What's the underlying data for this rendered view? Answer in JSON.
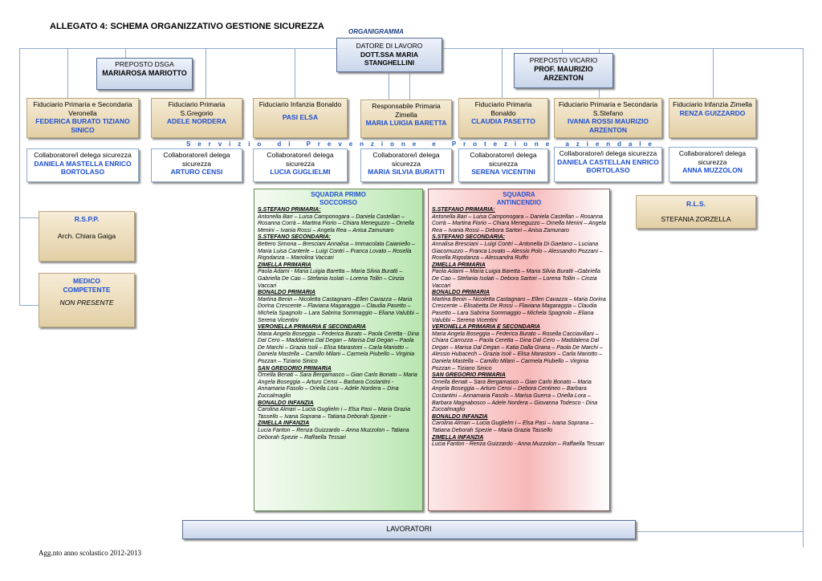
{
  "title": "ALLEGATO 4: SCHEMA ORGANIZZATIVO GESTIONE SICUREZZA",
  "organigramma": "ORGANIGRAMMA",
  "datore": {
    "role": "DATORE DI LAVORO",
    "name": "DOTT.SSA MARIA STANGHELLINI"
  },
  "preposto_dsga": {
    "role": "PREPOSTO DSGA",
    "name": "MARIAROSA MARIOTTO"
  },
  "preposto_vicario": {
    "role": "PREPOSTO VICARIO",
    "name": "PROF. MAURIZIO ARZENTON"
  },
  "fiduciari": [
    {
      "role": "Fiduciario Primaria e Secondaria Veronella",
      "names": "FEDERICA BURATO TIZIANO SINICO"
    },
    {
      "role": "Fiduciario Primaria S.Gregorio",
      "names": "ADELE NORDERA"
    },
    {
      "role": "Fiduciario Infanzia Bonaldo",
      "names": "PASI ELSA"
    },
    {
      "role": "Responsabile Primaria Zimella",
      "names": "MARIA LUIGIA BARETTA"
    },
    {
      "role": "Fiduciario Primaria Bonaldo",
      "names": "CLAUDIA PASETTO"
    },
    {
      "role": "Fiduciario Primaria e Secondaria S.Stefano",
      "names": "IVANIA ROSSI MAURIZIO ARZENTON"
    },
    {
      "role": "Fiduciario Infanzia Zimella",
      "names": "RENZA GUIZZARDO"
    }
  ],
  "servizio": {
    "w1": [
      "S",
      "e",
      "r",
      "v",
      "i",
      "z",
      "i",
      "o"
    ],
    "w2": [
      "d",
      "i"
    ],
    "w3": [
      "P",
      "r",
      "e",
      "v",
      "e",
      "n",
      "z",
      "i",
      "o",
      "n",
      "e"
    ],
    "w4": [
      "e"
    ],
    "w5": [
      "P",
      "r",
      "o",
      "t",
      "e",
      "z",
      "i",
      "o",
      "n",
      "e"
    ],
    "w6": [
      "a",
      "z",
      "i",
      "e",
      "n",
      "d",
      "a",
      "l",
      "e"
    ]
  },
  "collaboratori": [
    {
      "role": "Collaboratore/i delega sicurezza",
      "names": "DANIELA MASTELLA ENRICO BORTOLASO"
    },
    {
      "role": "Collaboratore/i delega sicurezza",
      "names": "ARTURO CENSI"
    },
    {
      "role": "Collaboratore/i delega sicurezza",
      "names": "LUCIA GUGLIELMI"
    },
    {
      "role": "Collaboratore/i delega sicurezza",
      "names": "MARIA SILVIA BURATTI"
    },
    {
      "role": "Collaboratore/i delega sicurezza",
      "names": "SERENA VICENTINI"
    },
    {
      "role": "Collaboratore/i delega sicurezza",
      "names": "DANIELA CASTELLAN ENRICO BORTOLASO"
    },
    {
      "role": "Collaboratore/i delega sicurezza",
      "names": "ANNA MUZZOLON"
    }
  ],
  "rspp": {
    "role": "R.S.P.P.",
    "name": "Arch. Chiara Gaiga"
  },
  "medico": {
    "role": "MEDICO COMPETENTE",
    "name": "NON PRESENTE"
  },
  "rls": {
    "role": "R.L.S.",
    "name": "STEFANIA ZORZELLA"
  },
  "primo_soccorso": {
    "title": "SQUADRA PRIMO SOCCORSO",
    "sections": [
      {
        "name": "S.STEFANO PRIMARIA:",
        "text": "Antonella Bari – Luisa Camponogara – Daniela Castellan – Rosanna Corrà – Martina Fiorio – Chiara Meneguzzo – Ornella Menini – Ivania Rossi – Angela Rea – Anisa Zamunaro"
      },
      {
        "name": "S.STEFANO SECONDARIA:",
        "text": "Bettero Simona – Bresciani Annalisa – Immacolata Caianiello – Maria Luisa Canterle – Luigi Contri – Franca Lovato – Rosella Rigodanza – Mariolina Vaccari"
      },
      {
        "name": "ZIMELLA PRIMARIA",
        "text": "Paola Adami - Maria Luigia Baretta – Maria Silvia Buratti – Gabriella De Cao – Stefania Isolati – Lorena Tollin – Cinzia Vaccari"
      },
      {
        "name": "BONALDO PRIMARIA",
        "text": "Martina Benin – Nicoletta Castagnaro –Ellen Cavazza – Maria Dorina Crescente – Flaviana Magaraggia – Claudia Pasetto – Michela Spagnolo – Lara Sabrina Sommaggio – Eliana Valubbi – Serena Vicentini"
      },
      {
        "name": "VERONELLA PRIMARIA E SECONDARIA",
        "text": "Maria Angela Boseggia – Federica Burato – Paola Ceretta - Dina Dal Cero – Maddalena Dal Degan – Marisa Dal Degan – Paola De Marchi – Grazia Isoli – Elisa Marastoni – Carla Mariotto – Daniela Mastella – Camillo Milani – Carmela Piubello – Virginia Pozzan – Tiziano Sinico"
      },
      {
        "name": "SAN GREGORIO PRIMARIA",
        "text": "Ornella Benati – Sara Bergamasco – Gian Carlo Bonato – Maria Angela Boseggia – Arturo Censi – Barbara Costantini - Annamaria Fasolo – Oriella Lora – Adele Nordera – Dina Zuccalmaglio"
      },
      {
        "name": "BONALDO INFANZIA",
        "text": "Carolina Almari – Lucia Guglielm i – Elsa Pasi – Maria Grazia Tassello – Ivana Soprana – Tatiana Deborah Spezie -"
      },
      {
        "name": "ZIMELLA INFANZIA",
        "text": "Lucia Fanton – Renza Guizzardo – Anna Muzzolon – Tatiana Deborah Spezie – Raffaella Tessari"
      }
    ]
  },
  "antincendio": {
    "title": "SQUADRA ANTINCENDIO",
    "sections": [
      {
        "name": "S.STEFANO PRIMARIA:",
        "text": "Antonella Bari – Luisa Camponogara – Daniela Castellan – Rosanna Corrà – Martina Fiorio – Chiara Meneguzzo – Ornella Menini – Angela Rea – Ivania Rossi – Debora Sartori – Anisa Zamunaro"
      },
      {
        "name": "S.STEFANO SECONDARIA:",
        "text": "Annalisa Bresciani – Luigi Contri – Antonella Di Gaetano – Luciana Giacomuzzo – Franca Lovato – Alessio Polo – Alessandro Pozzani – Rosella Rigodanza – Alessandra Ruffo"
      },
      {
        "name": "ZIMELLA PRIMARIA",
        "text": "Paola Adami – Maria Luigia Baretta – Maria Silvia Buratti –Gabriella De Cao – Stefania Isolati – Debora Sartori – Lorena Tollin – Cinzia Vaccari"
      },
      {
        "name": "BONALDO PRIMARIA",
        "text": "Martina Benin – Nicoletta Castagnaro – Ellen Cavazza – Maria Dorina Crescente – Elisabetta De Rossi – Flaviana Magaraggia – Claudia Pasetto – Lara Sabrina Sommaggio – Michela Spagnolo – Eliana Valubbi – Serena Vicentini"
      },
      {
        "name": "VERONELLA PRIMARIA E SECONDARIA",
        "text": "Maria Angela Boseggia – Federica Burato – Rosella Cacciavillani – Chiara Carrozza – Paola Ceretta – Dina Dal Cero – Maddalena Dal Degan – Marisa Dal Degan – Katia Dalla Grana – Paola De Marchi – Alessio Hubacech – Grazia Isoli – Elisa Marastoni – Carla Mariotto – Daniela Mastella – Camillo Milani – Carmela Piubello – Virginia Pozzan – Tiziano Sinico"
      },
      {
        "name": "SAN GREGORIO PRIMARIA",
        "text": "Ornella Benati – Sara Bergamasco – Gian Carlo Bonato – Maria Angela Boseggia – Arturo Censi – Debora Centineo – Barbara Costantini – Annamaria Fasolo – Marisa Guerra – Oriella Lora – Barbara Magnabosco – Adele Nordera – Giovanna Todesco - Dina Zuccalmaglio"
      },
      {
        "name": "BONALDO INFANZIA",
        "text": "Carolina Almari – Lucia Guglielm i – Elsa Pasi – Ivana Soprana – Tatiana Deborah Spezie – Maria Grazia Tassello"
      },
      {
        "name": "ZIMELLA INFANZIA",
        "text": "Lucia Fanton - Renza Guizzardo - Anna Muzzolon – Raffaella Tessari"
      }
    ]
  },
  "lavoratori": "LAVORATORI",
  "footer": "Agg.nto anno scolastico 2012-2013"
}
